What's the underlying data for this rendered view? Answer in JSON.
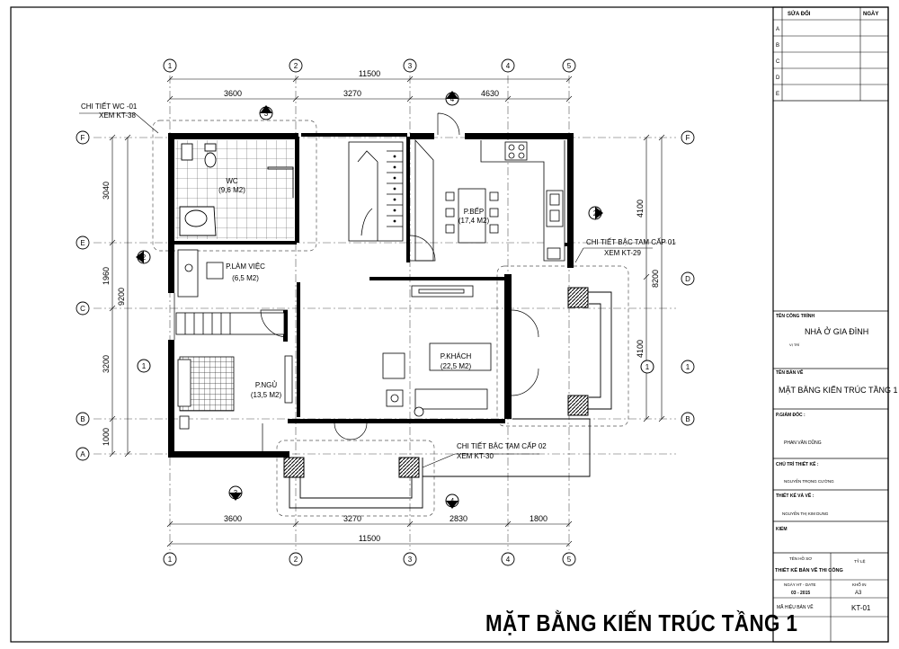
{
  "title": "MẶT BẰNG KIẾN TRÚC TẦNG 1",
  "grid": {
    "cols": [
      "1",
      "2",
      "3",
      "4",
      "5"
    ],
    "rows": [
      "F",
      "E",
      "C",
      "B",
      "A"
    ],
    "right_rows": [
      "F",
      "D",
      "1",
      "B"
    ],
    "left_axis_mark": "1",
    "right_axis_mark": "1"
  },
  "dims": {
    "top_total": "11500",
    "top": [
      "3600",
      "3270",
      "4630"
    ],
    "bottom": [
      "3600",
      "3270",
      "2830",
      "1800"
    ],
    "bottom_total": "11500",
    "left": [
      "3040",
      "1960",
      "3200",
      "1000"
    ],
    "left_total": "9200",
    "right_total": "8200",
    "right": [
      "4100",
      "4100"
    ]
  },
  "rooms": {
    "wc": {
      "name": "WC",
      "area": "(9,6 M2)"
    },
    "bep": {
      "name": "P.BẾP",
      "area": "(17,4 M2)"
    },
    "lamviec": {
      "name": "P.LÀM VIỆC",
      "area": "(6,5 M2)"
    },
    "khach": {
      "name": "P.KHÁCH",
      "area": "(22,5 M2)"
    },
    "ngu": {
      "name": "P.NGỦ",
      "area": "(13,5 M2)"
    }
  },
  "notes": {
    "wc_detail": "CHI TIẾT WC -01",
    "wc_ref": "XEM KT-38",
    "step1": "CHI TIẾT BẬC TAM CẤP 01",
    "step1_ref": "XEM KT-29",
    "step2": "CHI TIẾT BẬC TAM CẤP 02",
    "step2_ref": "XEM KT-30"
  },
  "section_marks": [
    "3",
    "4",
    "2",
    "2",
    "3",
    "4"
  ],
  "titleblock": {
    "rev_col1": "SỬA ĐỔI",
    "rev_col2": "NGÀY",
    "rev_rows": [
      "A",
      "B",
      "C",
      "D",
      "E"
    ],
    "project_label": "TÊN CÔNG TRÌNH",
    "project": "NHÀ Ở GIA ĐÌNH",
    "location_label": "VỊ TRÍ",
    "drawing_label": "TÊN BẢN VẼ",
    "drawing": "MẶT BẰNG KIẾN TRÚC TẦNG 1",
    "director_label": "P.GIÁM ĐỐC :",
    "director": "PHAN VĂN DŨNG",
    "lead_label": "CHỦ TRÌ THIẾT KẾ :",
    "lead": "NGUYỄN TRỌNG CƯỜNG",
    "designer_label": "THIẾT KẾ VÀ VẼ :",
    "designer": "NGUYỄN THỊ KIM DUNG",
    "check_label": "KIỂM",
    "file_label": "TÊN HỒ SƠ",
    "scale_label": "TỶ LỆ",
    "file": "THIẾT KẾ BẢN VẼ THI CÔNG",
    "date_label": "NGÀY HT - DATE",
    "size_label": "KHỔ IN",
    "date": "03 - 2015",
    "size": "A3",
    "sheet_label": "MÃ HIỆU BẢN VẼ",
    "sheet": "KT-01"
  }
}
